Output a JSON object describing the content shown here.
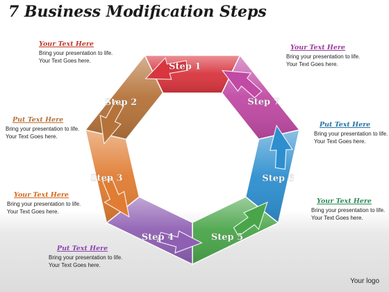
{
  "title": "7 Business Modification Steps",
  "steps": [
    "Step 1",
    "Step 2",
    "Step 3",
    "Step 4",
    "Step 5",
    "Step 6",
    "Step 7"
  ],
  "step_colors": [
    "#d8353e",
    "#b5733a",
    "#e07d33",
    "#8e5fb3",
    "#4aa54a",
    "#2e8fcf",
    "#c04aa4"
  ],
  "callouts": [
    {
      "heading": "Your Text Here",
      "body": "Bring your presentation to life. Your Text Goes here.",
      "color": "#c0392b"
    },
    {
      "heading": "Put Text Here",
      "body": "Bring your presentation to life. Your Text Goes here.",
      "color": "#b5733a"
    },
    {
      "heading": "Your Text Here",
      "body": "Bring your presentation to life. Your Text Goes here.",
      "color": "#d2691e"
    },
    {
      "heading": "Put Text Here",
      "body": "Bring your presentation to life. Your Text Goes here.",
      "color": "#8e44ad"
    },
    {
      "heading": "Your Text Here",
      "body": "Bring your presentation to life. Your Text Goes here.",
      "color": "#9b3b9b"
    },
    {
      "heading": "Put Text Here",
      "body": "Bring your presentation to life. Your Text Goes here.",
      "color": "#2874a6"
    },
    {
      "heading": "Your Text Here",
      "body": "Bring your presentation to life. Your Text Goes here.",
      "color": "#2e8b57"
    }
  ],
  "logo_text": "Your logo"
}
